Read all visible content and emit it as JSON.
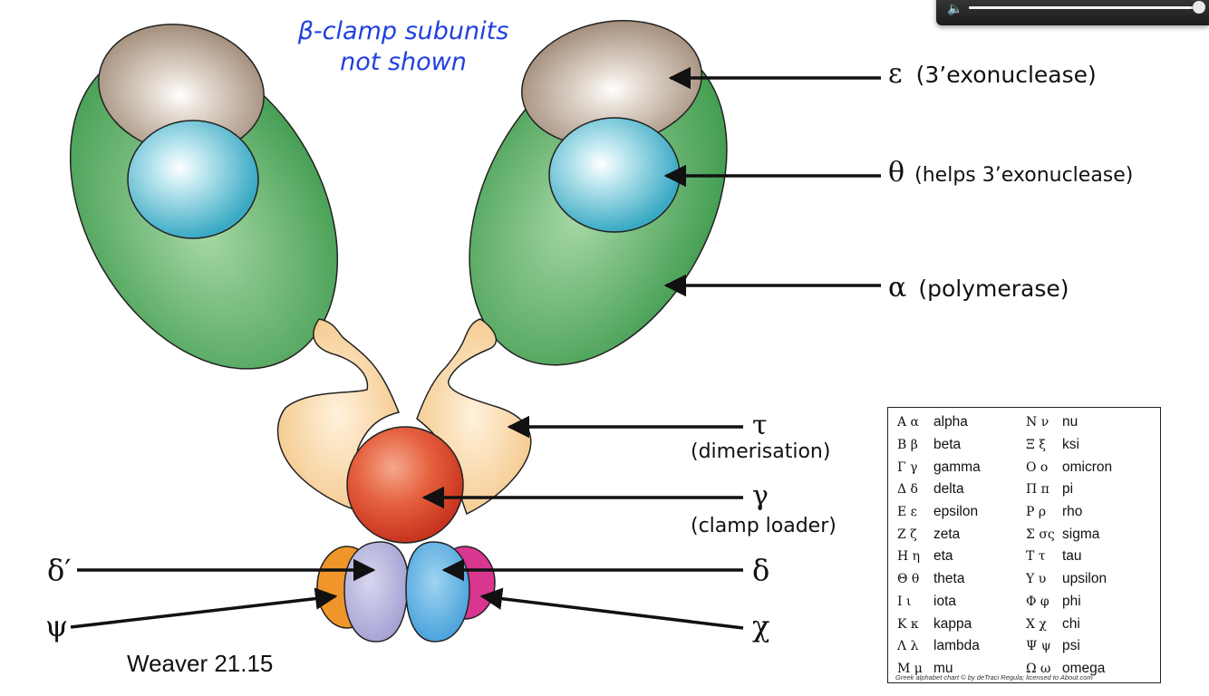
{
  "note": {
    "line1": "β-clamp subunits",
    "line2": "not shown"
  },
  "labels": {
    "epsilon": {
      "symbol": "ε",
      "text": "(3’exonuclease)"
    },
    "theta": {
      "symbol": "θ",
      "text": "(helps 3’exonuclease)"
    },
    "alpha": {
      "symbol": "α",
      "text": "(polymerase)"
    },
    "tau": {
      "symbol": "τ",
      "text": "(dimerisation)"
    },
    "gamma": {
      "symbol": "γ",
      "text": "(clamp loader)"
    },
    "delta": {
      "symbol": "δ"
    },
    "delta_prime": {
      "symbol": "δ′"
    },
    "psi": {
      "symbol": "ψ"
    },
    "chi": {
      "symbol": "χ"
    }
  },
  "caption": "Weaver 21.15",
  "greek_table": {
    "left": [
      {
        "sym": "Α α",
        "name": "alpha"
      },
      {
        "sym": "Β β",
        "name": "beta"
      },
      {
        "sym": "Γ γ",
        "name": "gamma"
      },
      {
        "sym": "Δ δ",
        "name": "delta"
      },
      {
        "sym": "Ε ε",
        "name": "epsilon"
      },
      {
        "sym": "Ζ ζ",
        "name": "zeta"
      },
      {
        "sym": "Η η",
        "name": "eta"
      },
      {
        "sym": "Θ θ",
        "name": "theta"
      },
      {
        "sym": "Ι ι",
        "name": "iota"
      },
      {
        "sym": "Κ κ",
        "name": "kappa"
      },
      {
        "sym": "Λ λ",
        "name": "lambda"
      },
      {
        "sym": "Μ μ",
        "name": "mu"
      }
    ],
    "right": [
      {
        "sym": "Ν ν",
        "name": "nu"
      },
      {
        "sym": "Ξ ξ",
        "name": "ksi"
      },
      {
        "sym": "Ο ο",
        "name": "omicron"
      },
      {
        "sym": "Π π",
        "name": "pi"
      },
      {
        "sym": "Ρ ρ",
        "name": "rho"
      },
      {
        "sym": "Σ σς",
        "name": "sigma"
      },
      {
        "sym": "Τ τ",
        "name": "tau"
      },
      {
        "sym": "Υ υ",
        "name": "upsilon"
      },
      {
        "sym": "Φ φ",
        "name": "phi"
      },
      {
        "sym": "Χ χ",
        "name": "chi"
      },
      {
        "sym": "Ψ ψ",
        "name": "psi"
      },
      {
        "sym": "Ω ω",
        "name": "omega"
      }
    ],
    "credit": "Greek alphabet chart © by deTraci Regula; licensed to About.com"
  },
  "media": {
    "icon": "speaker-icon",
    "volume_fraction": 0.99
  },
  "colors": {
    "alpha_green": "#3f9b4e",
    "epsilon_brown": "#9b8470",
    "theta_teal": "#3aaac4",
    "tau_peach": "#f4c586",
    "gamma_red": "#d8412a",
    "delta_prime_purple": "#9f9bd0",
    "delta_blue": "#4aa6dd",
    "psi_orange": "#f0952a",
    "chi_magenta": "#d9368f",
    "note_blue": "#1f3fe0"
  }
}
